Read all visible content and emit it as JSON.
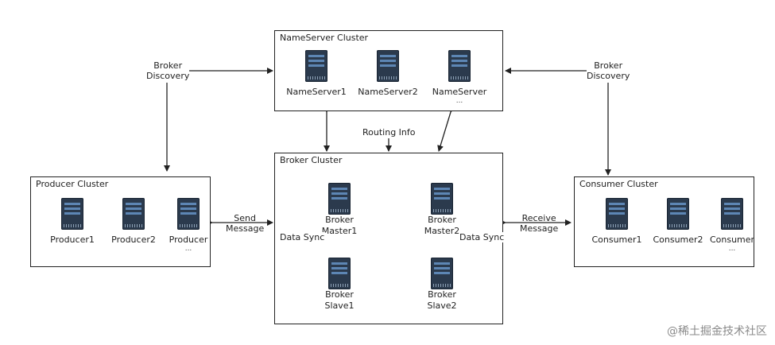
{
  "nameserver_cluster": {
    "title": "NameServer Cluster",
    "nodes": [
      {
        "label": "NameServer1",
        "sub": ""
      },
      {
        "label": "NameServer2",
        "sub": ""
      },
      {
        "label": "NameServer",
        "sub": "..."
      }
    ]
  },
  "producer_cluster": {
    "title": "Producer Cluster",
    "nodes": [
      {
        "label": "Producer1",
        "sub": ""
      },
      {
        "label": "Producer2",
        "sub": ""
      },
      {
        "label": "Producer",
        "sub": "..."
      }
    ]
  },
  "broker_cluster": {
    "title": "Broker Cluster",
    "master1": "Broker\nMaster1",
    "master2": "Broker\nMaster2",
    "slave1": "Broker\nSlave1",
    "slave2": "Broker\nSlave2",
    "data_sync": "Data Sync"
  },
  "consumer_cluster": {
    "title": "Consumer Cluster",
    "nodes": [
      {
        "label": "Consumer1",
        "sub": ""
      },
      {
        "label": "Consumer2",
        "sub": ""
      },
      {
        "label": "Consumer",
        "sub": "..."
      }
    ]
  },
  "edges": {
    "broker_discovery_left": "Broker\nDiscovery",
    "broker_discovery_right": "Broker\nDiscovery",
    "routing_info": "Routing Info",
    "send_message": "Send\nMessage",
    "receive_message": "Receive\nMessage"
  },
  "watermark": "@稀土掘金技术社区"
}
